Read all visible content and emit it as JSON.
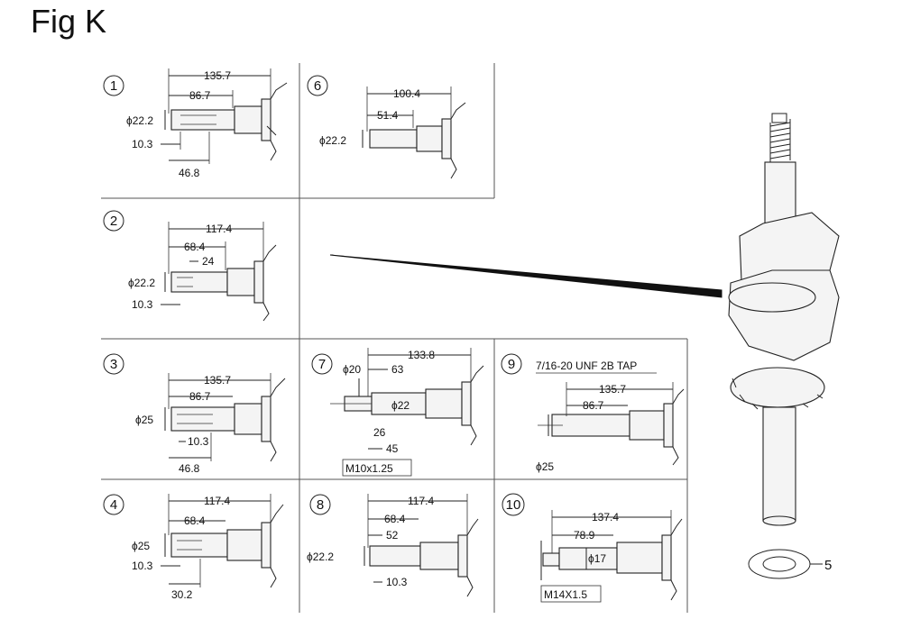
{
  "title": "Fig K",
  "part_callout": "5",
  "panels": [
    {
      "number": "1",
      "dims": [
        "135.7",
        "86.7",
        "ϕ22.2",
        "10.3",
        "46.8"
      ]
    },
    {
      "number": "2",
      "dims": [
        "117.4",
        "68.4",
        "24",
        "ϕ22.2",
        "10.3"
      ]
    },
    {
      "number": "3",
      "dims": [
        "135.7",
        "86.7",
        "ϕ25",
        "10.3",
        "46.8"
      ]
    },
    {
      "number": "4",
      "dims": [
        "117.4",
        "68.4",
        "ϕ25",
        "10.3",
        "30.2"
      ]
    },
    {
      "number": "6",
      "dims": [
        "100.4",
        "51.4",
        "ϕ22.2"
      ]
    },
    {
      "number": "7",
      "dims": [
        "133.8",
        "63",
        "ϕ20",
        "ϕ22",
        "26",
        "45",
        "M10x1.25"
      ]
    },
    {
      "number": "8",
      "dims": [
        "117.4",
        "68.4",
        "52",
        "ϕ22.2",
        "10.3"
      ]
    },
    {
      "number": "9",
      "dims": [
        "7/16-20 UNF 2B TAP",
        "135.7",
        "86.7",
        "ϕ25"
      ]
    },
    {
      "number": "10",
      "dims": [
        "137.4",
        "78.9",
        "ϕ17",
        "M14X1.5"
      ]
    }
  ]
}
